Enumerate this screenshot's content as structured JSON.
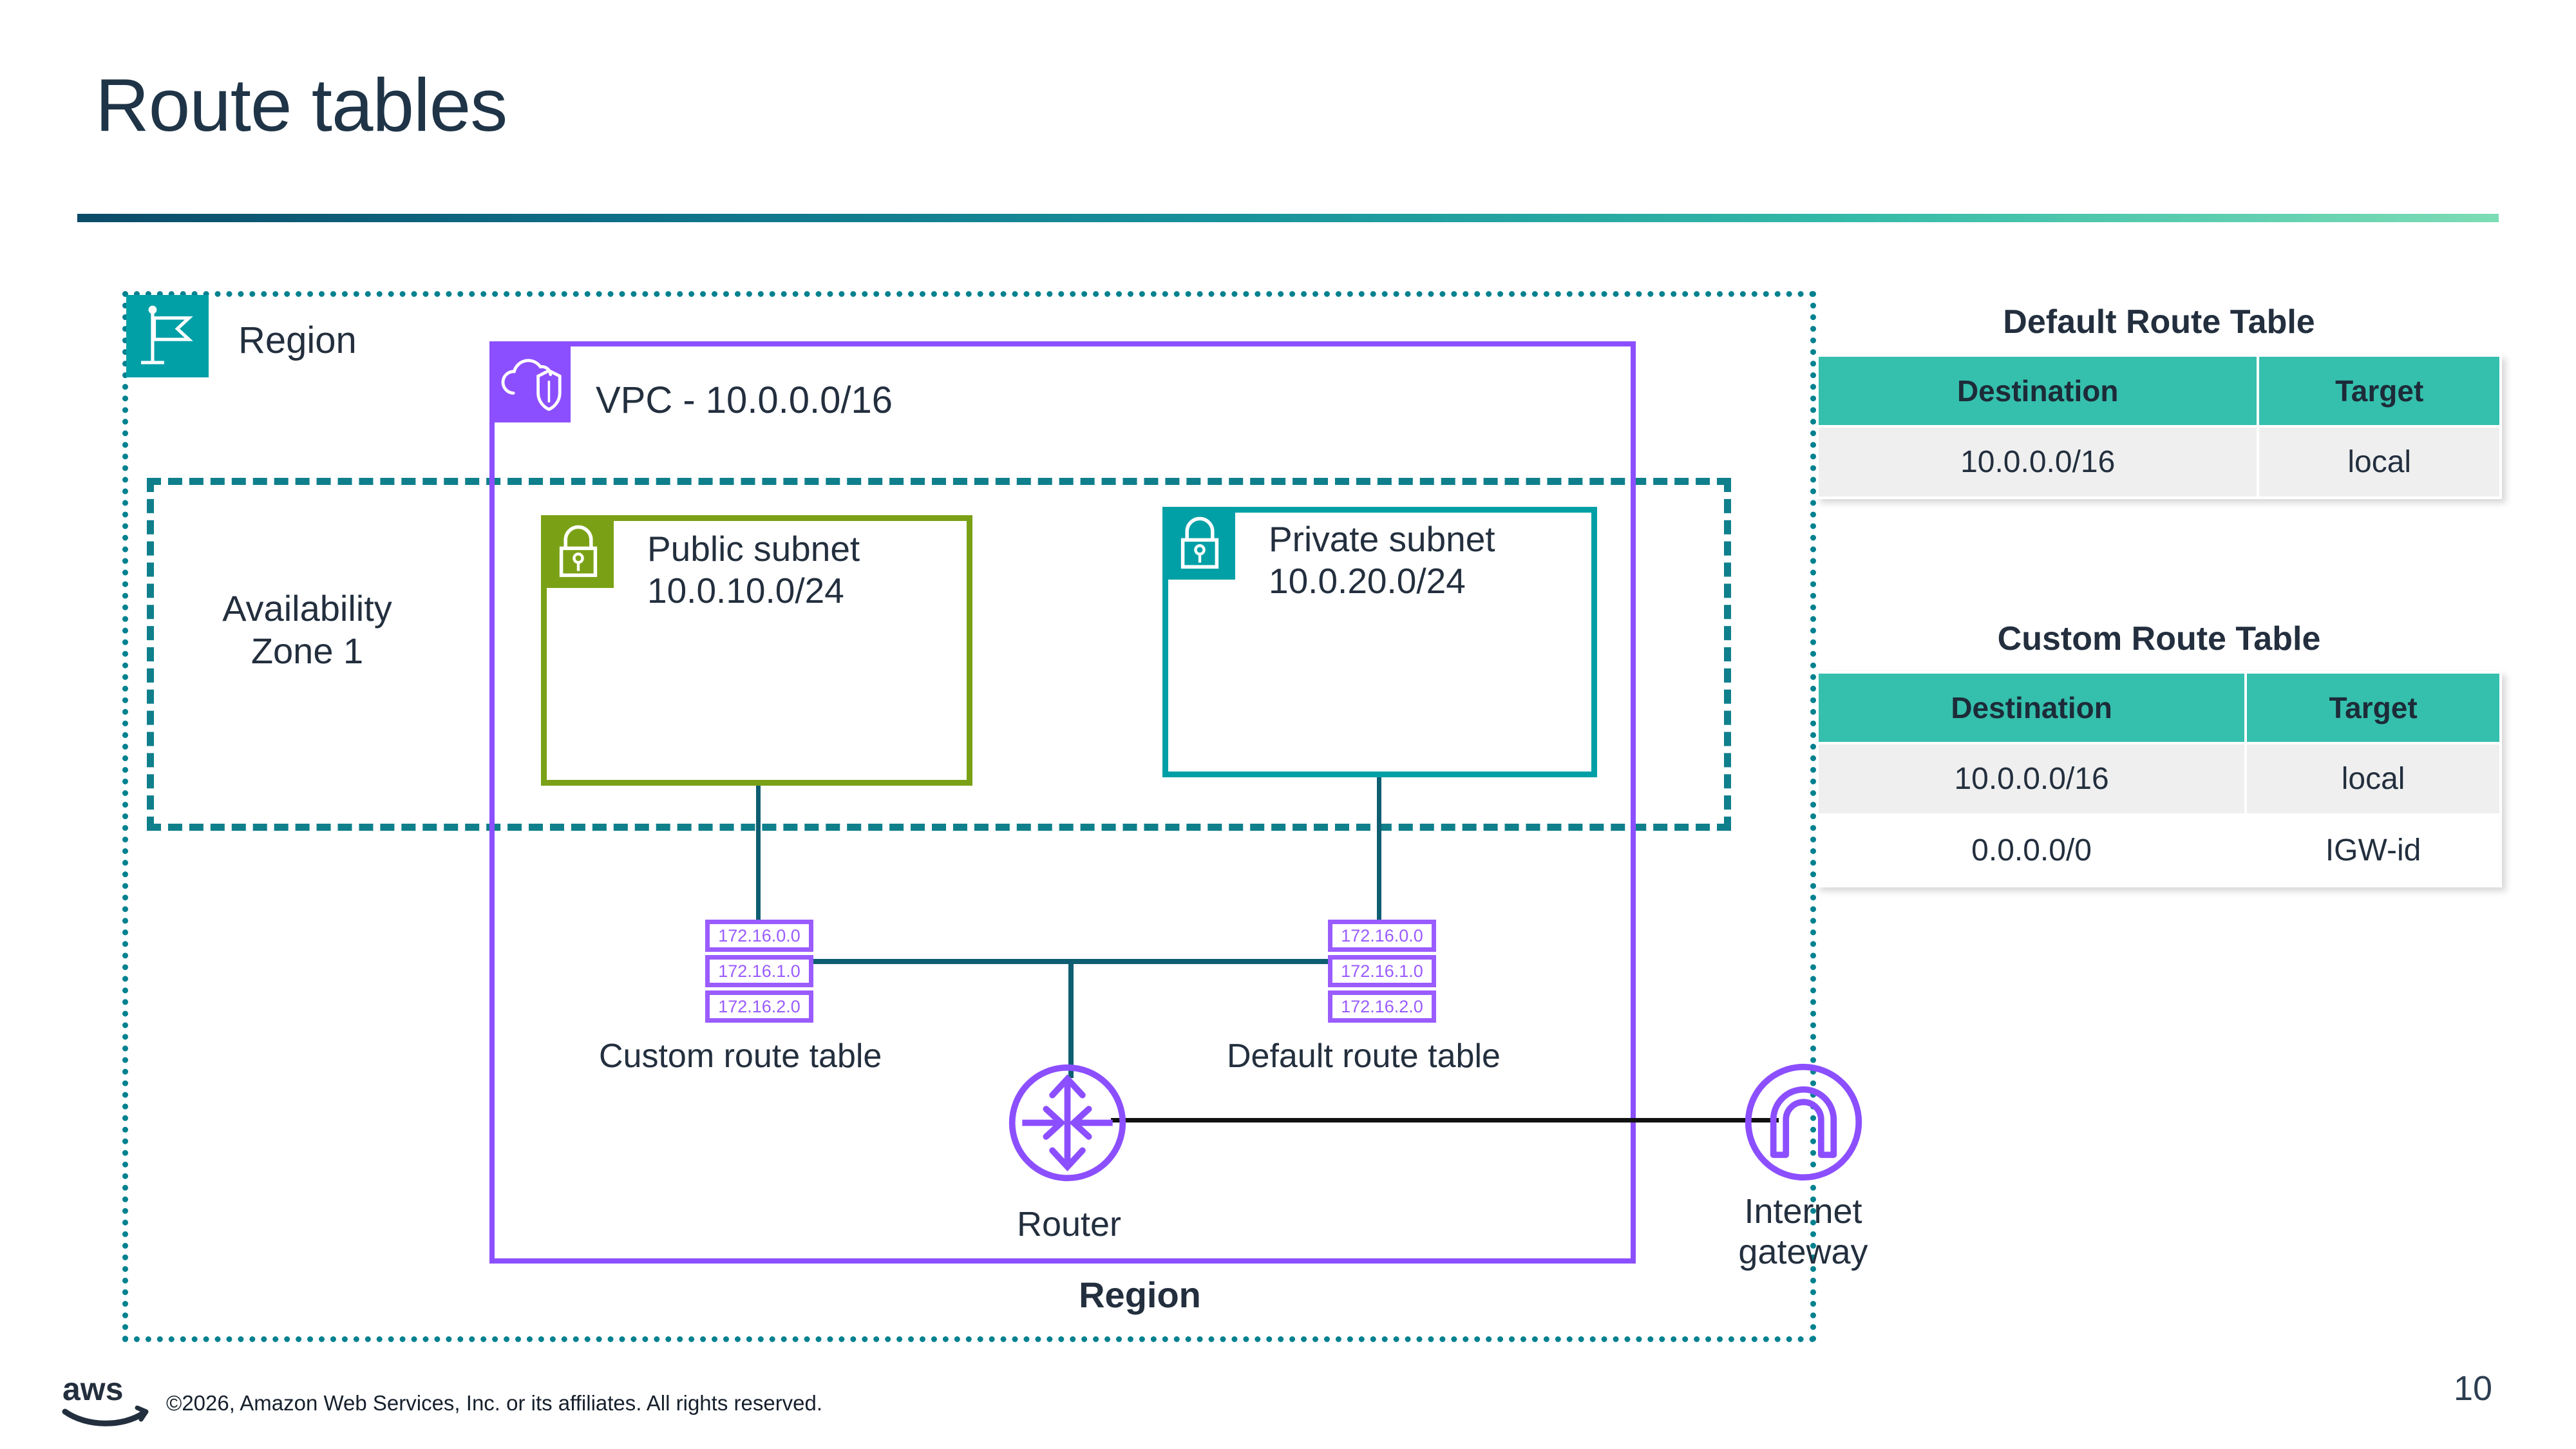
{
  "slide": {
    "title": "Route tables",
    "page_number": "10",
    "accent_gradient_from": "#0b4b68",
    "accent_gradient_to": "#7ddcb5"
  },
  "diagram": {
    "region": {
      "label": "Region",
      "bottom_label": "Region",
      "icon": "region-flag-icon",
      "color": "#01a0a6"
    },
    "availability_zone": {
      "label_line1": "Availability",
      "label_line2": "Zone 1",
      "border_color": "#0f7f8c"
    },
    "vpc": {
      "label": "VPC - 10.0.0.0/16",
      "icon": "vpc-cloud-shield-icon",
      "color": "#8c4fff"
    },
    "subnets": [
      {
        "name_line1": "Public subnet",
        "name_line2": "10.0.10.0/24",
        "icon": "lock-icon",
        "color": "#7aa116"
      },
      {
        "name_line1": "Private subnet",
        "name_line2": "10.0.20.0/24",
        "icon": "lock-icon",
        "color": "#01a0a6"
      }
    ],
    "route_table_icons": {
      "rows": [
        "172.16.0.0",
        "172.16.1.0",
        "172.16.2.0"
      ],
      "color": "#9a5cff",
      "left_caption": "Custom route table",
      "right_caption": "Default route table"
    },
    "router": {
      "label": "Router",
      "icon": "router-arrows-icon",
      "color": "#8c4fff"
    },
    "internet_gateway": {
      "label_line1": "Internet",
      "label_line2": "gateway",
      "icon": "internet-gateway-icon",
      "color": "#8c4fff"
    }
  },
  "tables": [
    {
      "title": "Default Route Table",
      "columns": [
        "Destination",
        "Target"
      ],
      "rows": [
        {
          "destination": "10.0.0.0/16",
          "target": "local"
        }
      ],
      "header_color": "#35bfad"
    },
    {
      "title": "Custom Route Table",
      "columns": [
        "Destination",
        "Target"
      ],
      "rows": [
        {
          "destination": "10.0.0.0/16",
          "target": "local"
        },
        {
          "destination": "0.0.0.0/0",
          "target": "IGW-id"
        }
      ],
      "header_color": "#35bfad"
    }
  ],
  "footer": {
    "logo": "aws-logo",
    "copyright": "©2026, Amazon Web Services, Inc. or its affiliates. All rights reserved."
  }
}
